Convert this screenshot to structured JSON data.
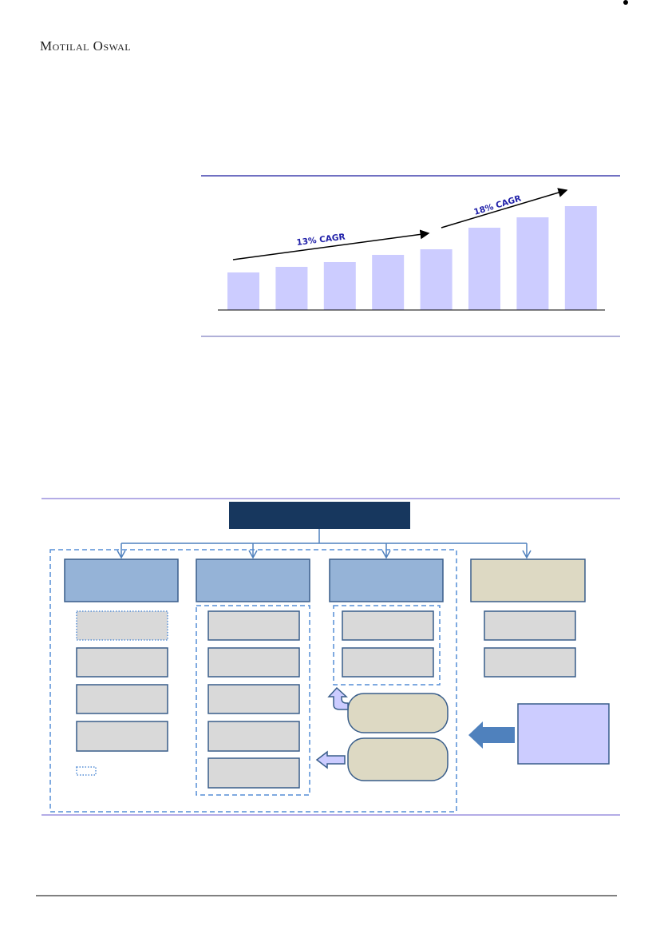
{
  "header": {
    "logo_text": "Motilal Oswal"
  },
  "colors": {
    "bar": "#ccccff",
    "cagr_text": "#1f1fa8",
    "dark_box": "#17375e",
    "blue_box": "#95b3d7",
    "beige_box": "#ddd9c3",
    "grey_box": "#d9d9d9",
    "lavender_box": "#ccccff",
    "accent": "#4f81bd"
  },
  "chart_data": {
    "type": "bar",
    "title": "",
    "xlabel": "",
    "ylabel": "",
    "categories": [
      "",
      "",
      "",
      "",
      "",
      "",
      "",
      ""
    ],
    "values": [
      47,
      54,
      60,
      69,
      76,
      103,
      116,
      130
    ],
    "ylim": [
      0,
      140
    ],
    "grid": false,
    "annotations": [
      {
        "text": "13% CAGR",
        "from_bar": 0,
        "to_bar": 4
      },
      {
        "text": "18% CAGR",
        "from_bar": 4,
        "to_bar": 7
      }
    ]
  }
}
